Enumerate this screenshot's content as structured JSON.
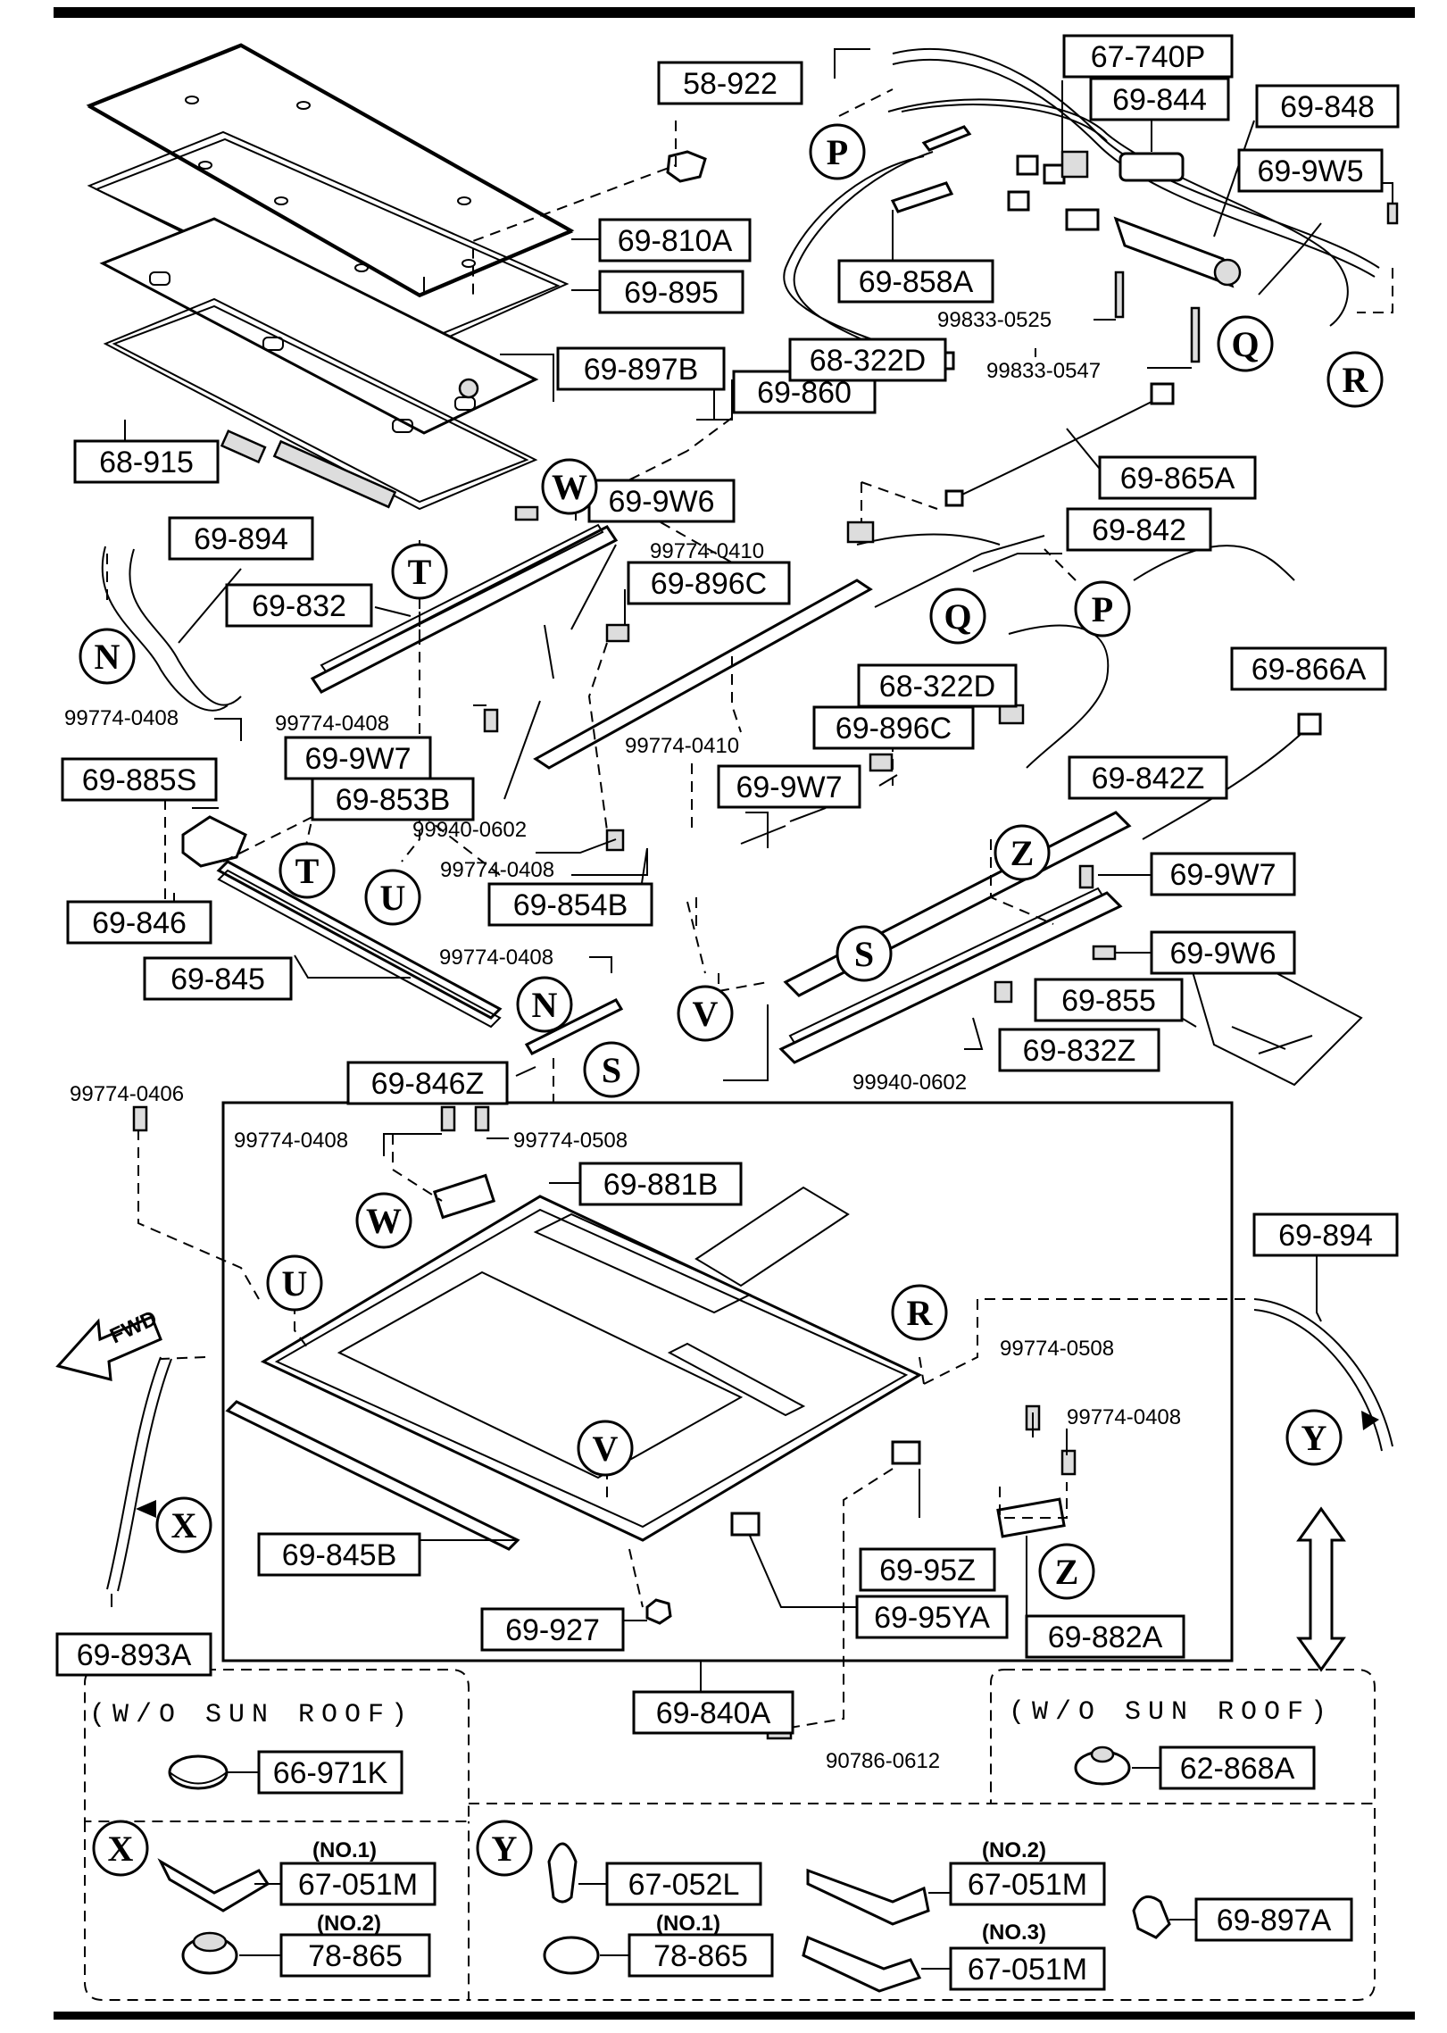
{
  "parts": {
    "p58_922": "58-922",
    "p67_740P": "67-740P",
    "p69_844": "69-844",
    "p69_848": "69-848",
    "p69_9W5": "69-9W5",
    "p69_810A": "69-810A",
    "p69_895": "69-895",
    "p69_858A": "69-858A",
    "p69_897B": "69-897B",
    "p69_860": "69-860",
    "p68_915": "68-915",
    "p68_322D_a": "68-322D",
    "p69_865A": "69-865A",
    "p69_9W6_a": "69-9W6",
    "p69_842": "69-842",
    "p69_894_a": "69-894",
    "p69_832": "69-832",
    "p69_896C_a": "69-896C",
    "p68_322D_b": "68-322D",
    "p69_866A": "69-866A",
    "p69_896C_b": "69-896C",
    "p69_9W7_a": "69-9W7",
    "p69_885S": "69-885S",
    "p69_853B": "69-853B",
    "p69_9W7_b": "69-9W7",
    "p69_842Z": "69-842Z",
    "p69_9W7_c": "69-9W7",
    "p69_854B": "69-854B",
    "p69_846": "69-846",
    "p69_9W6_b": "69-9W6",
    "p69_845": "69-845",
    "p69_855": "69-855",
    "p69_832Z": "69-832Z",
    "p69_846Z": "69-846Z",
    "p69_881B": "69-881B",
    "p69_894_b": "69-894",
    "p69_845B": "69-845B",
    "p69_95Z": "69-95Z",
    "p69_95YA": "69-95YA",
    "p69_882A": "69-882A",
    "p69_927": "69-927",
    "p69_893A": "69-893A",
    "p69_840A": "69-840A",
    "p66_971K": "66-971K",
    "p62_868A": "62-868A",
    "p67_051M_a": "67-051M",
    "p67_052L": "67-052L",
    "p67_051M_b": "67-051M",
    "p69_897A": "69-897A",
    "p78_865_a": "78-865",
    "p78_865_b": "78-865",
    "p67_051M_c": "67-051M"
  },
  "bolts": {
    "b99833_0525": "99833-0525",
    "b99833_0547": "99833-0547",
    "b99774_0410_a": "99774-0410",
    "b99774_0408_a": "99774-0408",
    "b99774_0408_b": "99774-0408",
    "b99774_0410_b": "99774-0410",
    "b99940_0602_a": "99940-0602",
    "b99774_0408_c": "99774-0408",
    "b99774_0408_d": "99774-0408",
    "b99940_0602_b": "99940-0602",
    "b99774_0406": "99774-0406",
    "b99774_0408_e": "99774-0408",
    "b99774_0508_a": "99774-0508",
    "b99774_0508_b": "99774-0508",
    "b99774_0408_f": "99774-0408",
    "b90786_0612": "90786-0612"
  },
  "refs": {
    "P1": "P",
    "P2": "P",
    "Q1": "Q",
    "Q2": "Q",
    "R1": "R",
    "R2": "R",
    "W1": "W",
    "W2": "W",
    "T1": "T",
    "T2": "T",
    "N1": "N",
    "N2": "N",
    "U1": "U",
    "U2": "U",
    "S1": "S",
    "S2": "S",
    "V1": "V",
    "V2": "V",
    "Z1": "Z",
    "Z2": "Z",
    "X1": "X",
    "X2": "X",
    "Y1": "Y",
    "Y2": "Y"
  },
  "notes": {
    "wo_sunroof_left": "(W/O SUN ROOF)",
    "wo_sunroof_right": "(W/O SUN ROOF)",
    "no1_a": "(NO.1)",
    "no2_a": "(NO.2)",
    "no2_b": "(NO.2)",
    "no1_b": "(NO.1)",
    "no3": "(NO.3)",
    "fwd": "FWD"
  }
}
